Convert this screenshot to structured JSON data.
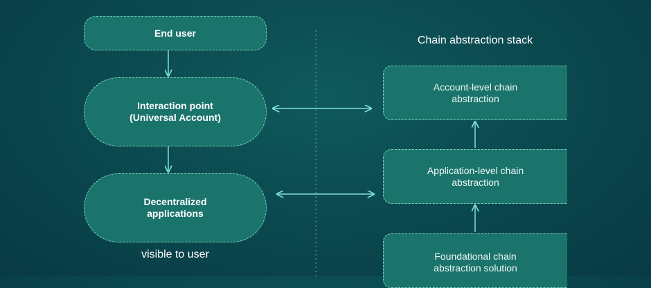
{
  "diagram": {
    "left_nodes": {
      "end_user": "End user",
      "interaction_line1": "Interaction point",
      "interaction_line2": "(Universal Account)",
      "dapps_line1": "Decentralized",
      "dapps_line2": "applications"
    },
    "visible_label": "visible to user",
    "stack_title": "Chain abstraction stack",
    "right_nodes": {
      "account_line1": "Account-level chain",
      "account_line2": "abstraction",
      "application_line1": "Application-level chain",
      "application_line2": "abstraction",
      "foundational_line1": "Foundational chain",
      "foundational_line2": "abstraction solution"
    },
    "edges": [
      {
        "from": "End user",
        "to": "Interaction point (Universal Account)",
        "type": "arrow"
      },
      {
        "from": "Interaction point (Universal Account)",
        "to": "Decentralized applications",
        "type": "arrow"
      },
      {
        "from": "Interaction point (Universal Account)",
        "to": "Account-level chain abstraction",
        "type": "bidirectional"
      },
      {
        "from": "Decentralized applications",
        "to": "Application-level chain abstraction",
        "type": "bidirectional"
      },
      {
        "from": "Application-level chain abstraction",
        "to": "Account-level chain abstraction",
        "type": "arrow"
      },
      {
        "from": "Foundational chain abstraction solution",
        "to": "Application-level chain abstraction",
        "type": "arrow"
      }
    ],
    "colors": {
      "background": "#0b4a50",
      "node_fill": "#1b746c",
      "node_border": "#7fd6c8",
      "arrow": "#7fe0d6",
      "divider": "#5f9a98"
    }
  }
}
